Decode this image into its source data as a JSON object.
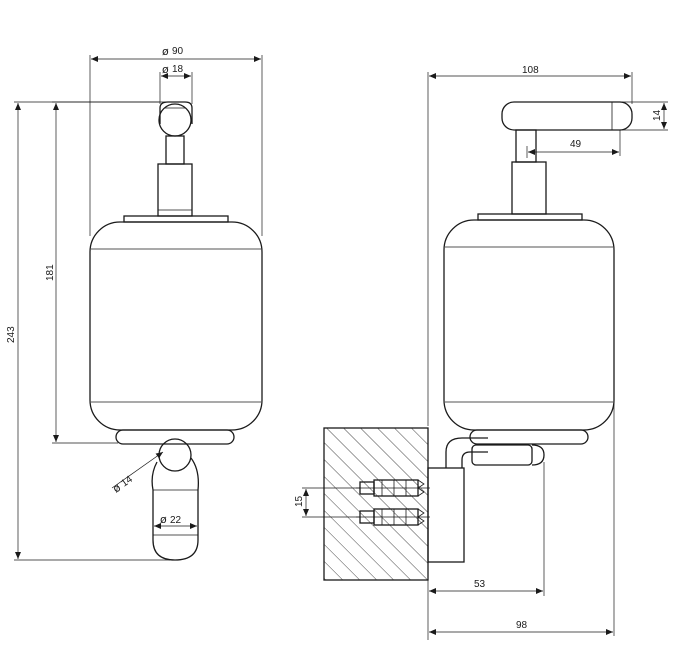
{
  "dimensions": {
    "front": {
      "body_diameter": "90",
      "knob_diameter": "18",
      "total_height": "243",
      "body_height": "181",
      "spout_diameter": "14",
      "tip_diameter": "22"
    },
    "side": {
      "depth_top": "108",
      "lever_thickness": "14",
      "lever_offset": "49",
      "anchor_spacing": "15",
      "bracket_projection": "53",
      "overall_projection": "98"
    }
  }
}
